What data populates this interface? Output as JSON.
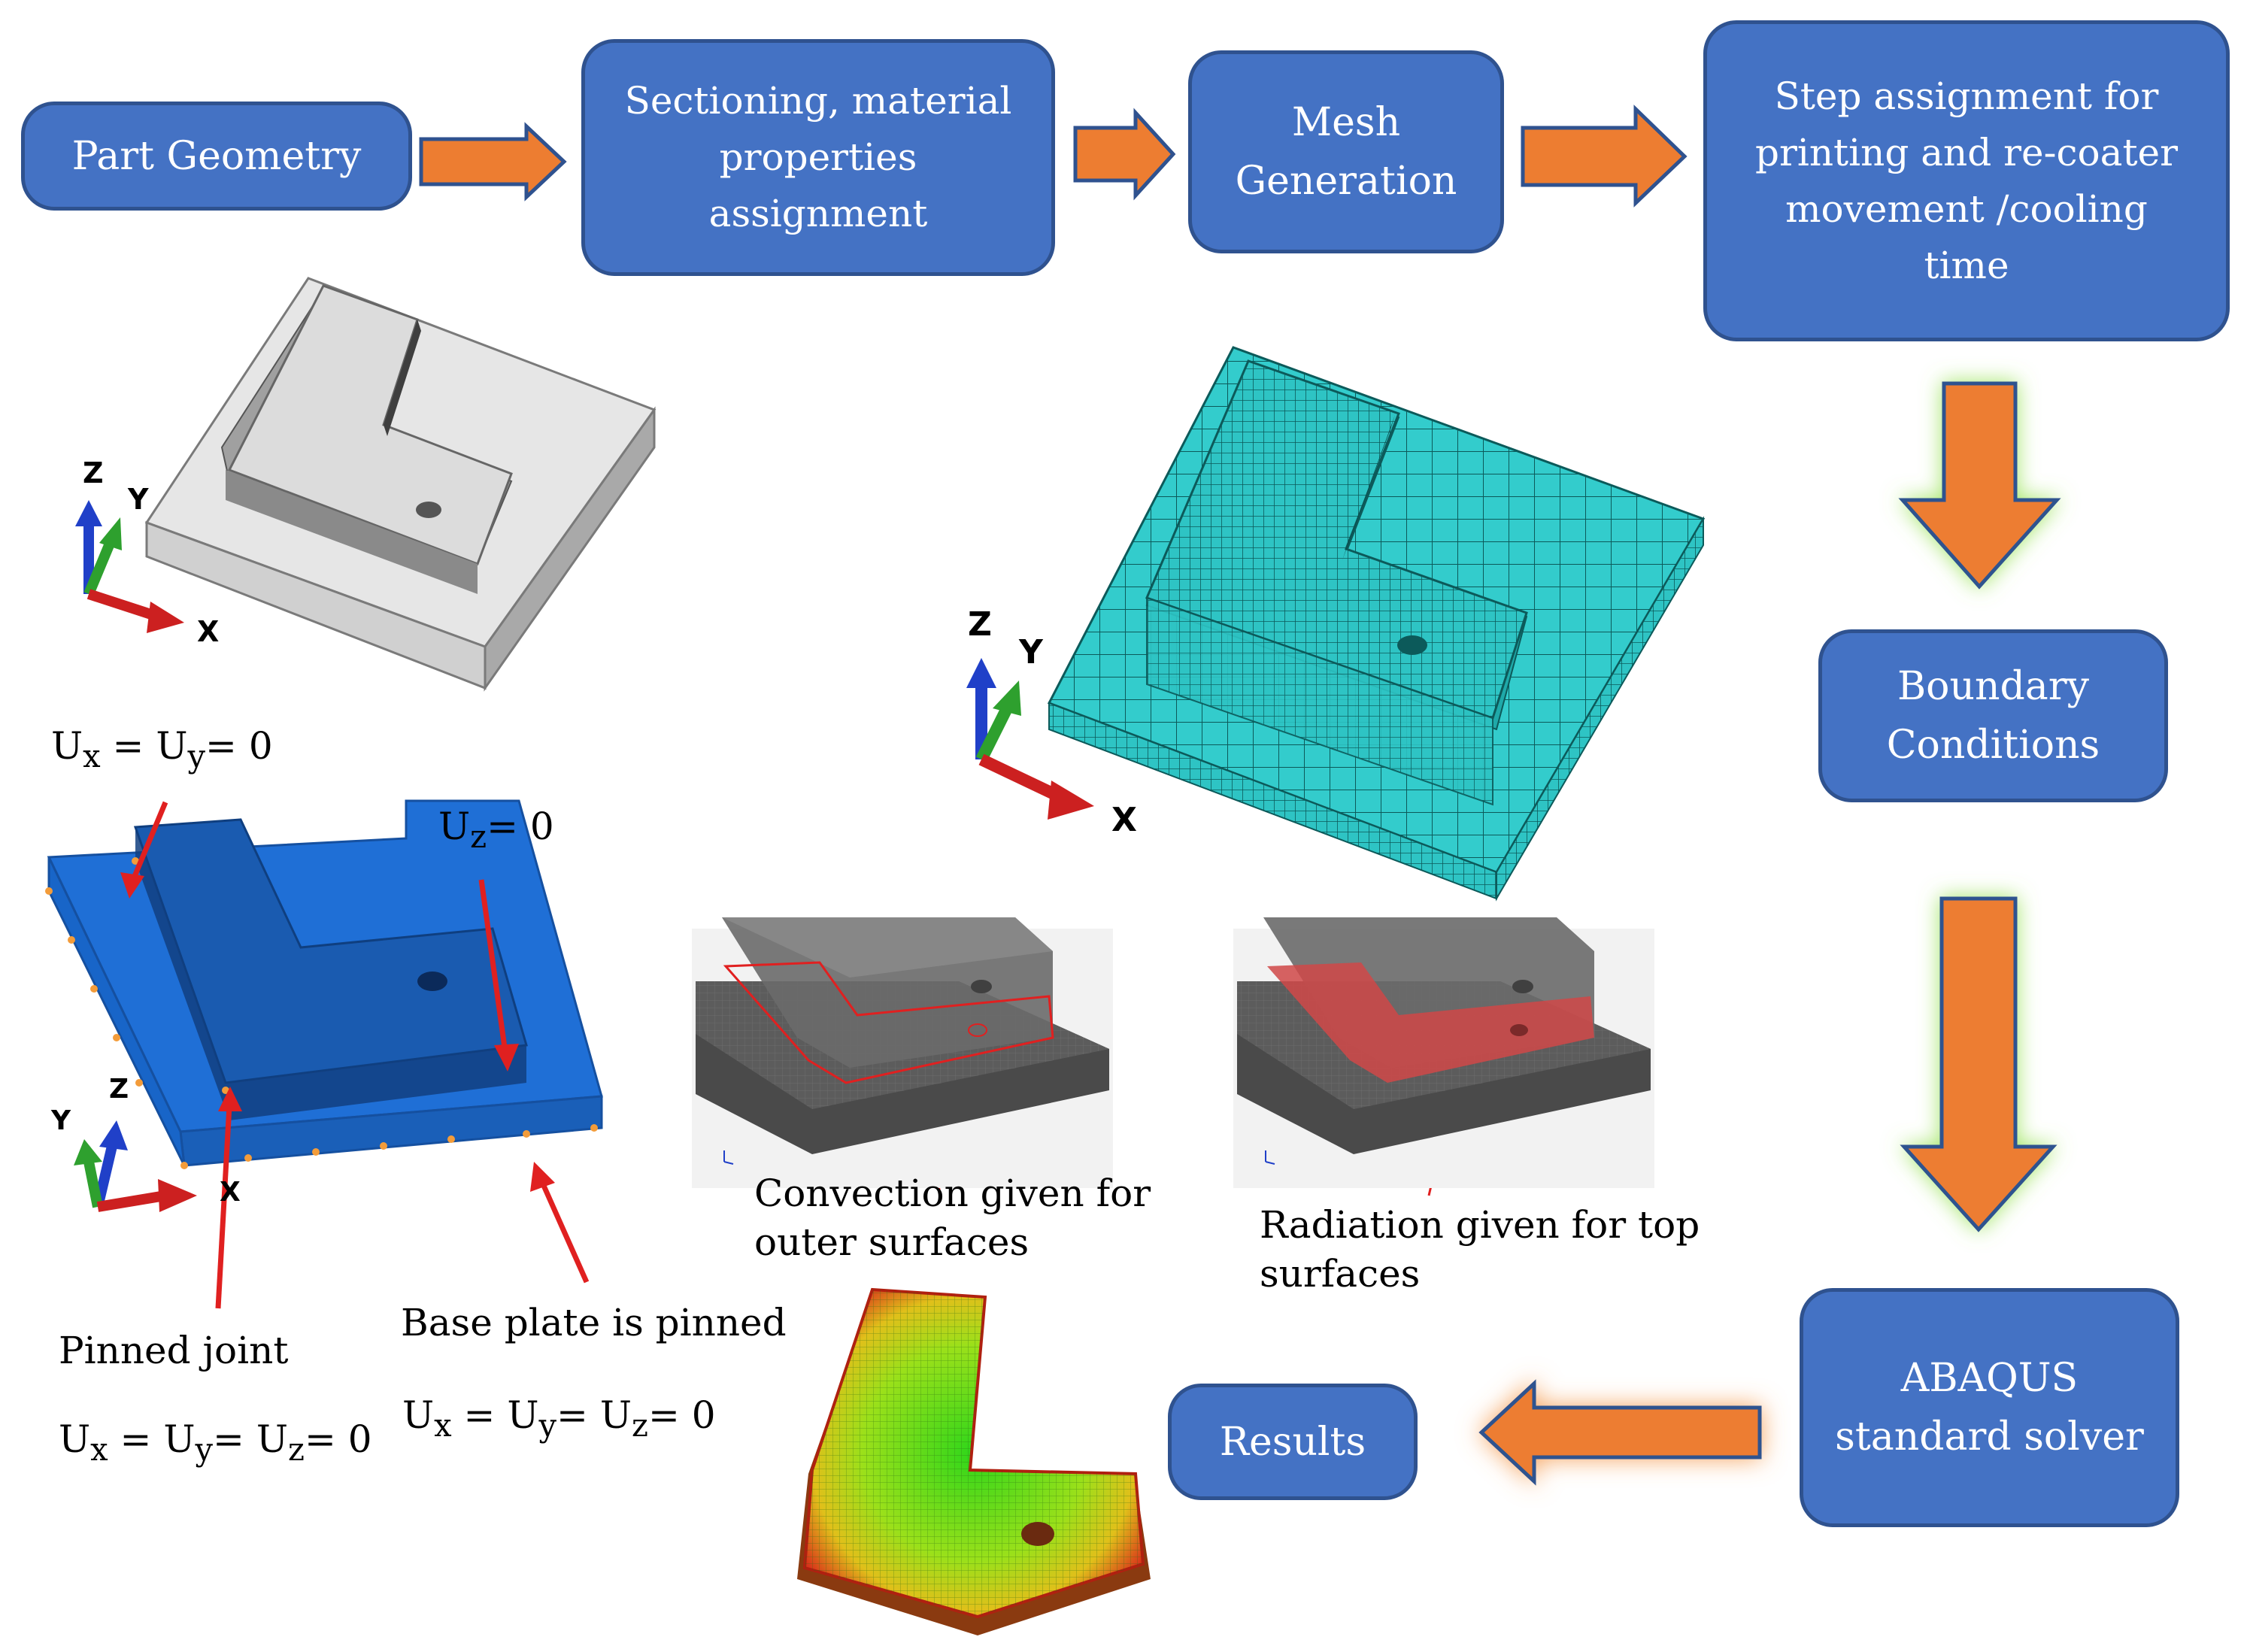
{
  "flow": {
    "part_geometry": "Part Geometry",
    "sectioning": "Sectioning, material\nproperties\nassignment",
    "mesh": "Mesh\nGeneration",
    "step": "Step assignment for\nprinting and re-coater\nmovement /cooling\ntime",
    "boundary": "Boundary\nConditions",
    "solver": "ABAQUS\nstandard solver",
    "results": "Results"
  },
  "axes": {
    "x": "X",
    "y": "Y",
    "z": "Z"
  },
  "annotations": {
    "convection": "Convection  given  for\nouter surfaces",
    "radiation": "Radiation given for top\nsurfaces",
    "pinned_joint": "Pinned joint",
    "base_plate": "Base plate is pinned"
  },
  "equations": {
    "U": "U",
    "sub_x": "x",
    "sub_y": "y",
    "sub_z": "z",
    "eq": "=",
    "zero": "0"
  },
  "colors": {
    "box_fill": "#4472c4",
    "box_border": "#2f528f",
    "arrow": "#ed7d31",
    "mesh": "#2ec4c4",
    "bc_blue": "#1f6fd6",
    "pointer": "#e02020",
    "axis_x": "#cc2020",
    "axis_y": "#2ea02e",
    "axis_z": "#2040c8"
  }
}
